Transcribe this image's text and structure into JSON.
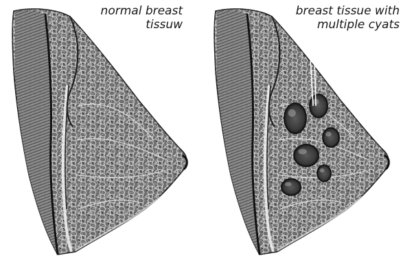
{
  "panels": [
    {
      "id": "normal",
      "caption_lines": [
        "normal breast",
        "tissuw"
      ],
      "has_cysts": false
    },
    {
      "id": "cysts",
      "caption_lines": [
        "breast tissue with",
        "multiple cyats"
      ],
      "has_cysts": true
    }
  ],
  "colors": {
    "background": "#ffffff",
    "tissue_base": "#6e6e6e",
    "tissue_dark": "#2f2f2f",
    "tissue_light": "#d9d9d9",
    "outline": "#1e1e1e"
  }
}
